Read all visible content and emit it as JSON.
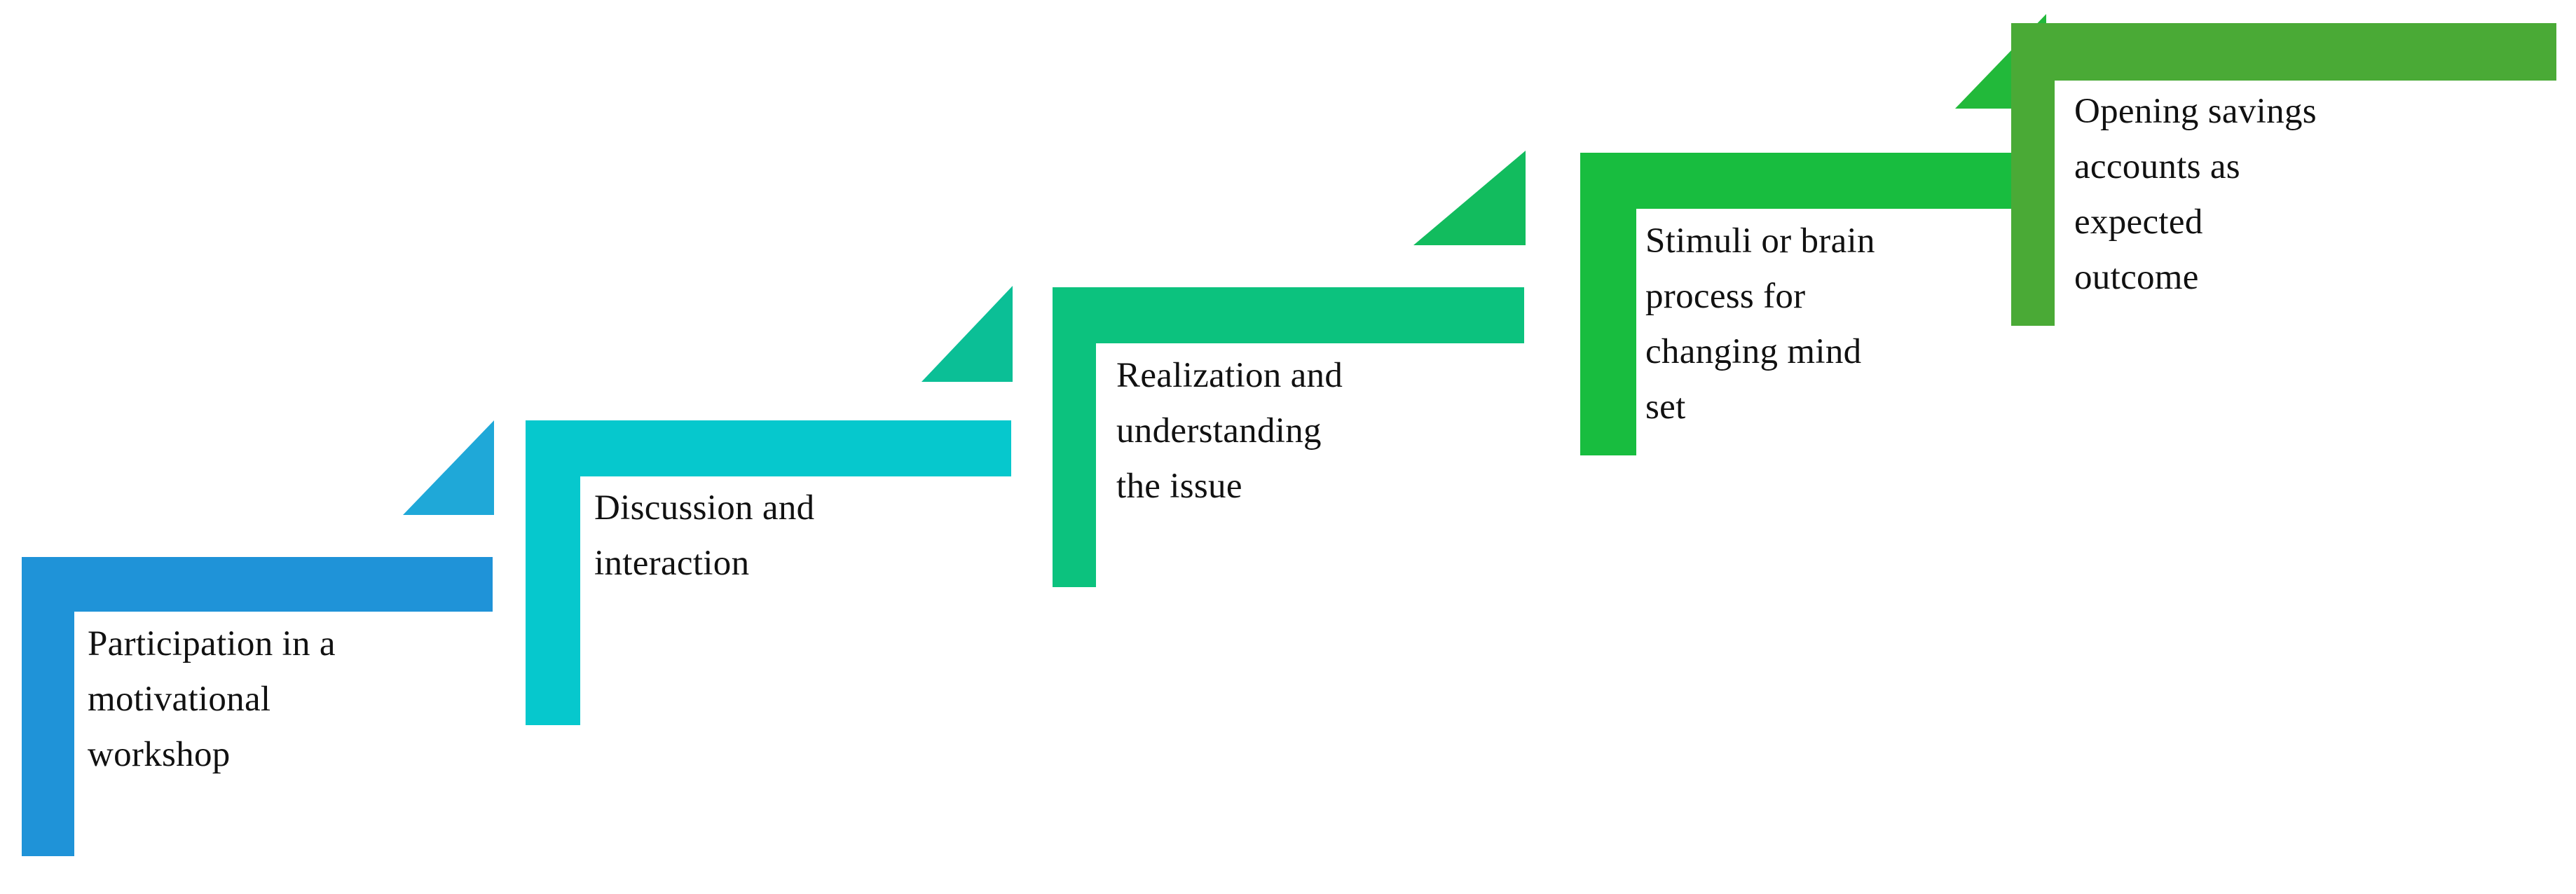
{
  "diagram": {
    "title": "Behaviour change process staircase",
    "type": "staircase-process",
    "background_color": "#ffffff",
    "text_color": "#111111",
    "steps": [
      {
        "index": 1,
        "label": "Participation in a\nmotivational\nworkshop",
        "color": "#1f93d8",
        "arrow_color": "#1fa8d8",
        "has_arrow": false
      },
      {
        "index": 2,
        "label": "Discussion and\ninteraction",
        "color": "#06c8cd",
        "arrow_color": "#1fa8d8",
        "has_arrow": true
      },
      {
        "index": 3,
        "label": "Realization and\nunderstanding\nthe issue",
        "color": "#0cc27e",
        "arrow_color": "#0bbf96",
        "has_arrow": true
      },
      {
        "index": 4,
        "label": "Stimuli or brain\nprocess for\nchanging mind\nset",
        "color": "#18bd3f",
        "arrow_color": "#12bc5e",
        "has_arrow": true
      },
      {
        "index": 5,
        "label": "Opening savings\naccounts as\nexpected\noutcome",
        "color": "#4aaa36",
        "arrow_color": "#22b93a",
        "has_arrow": true
      }
    ]
  }
}
